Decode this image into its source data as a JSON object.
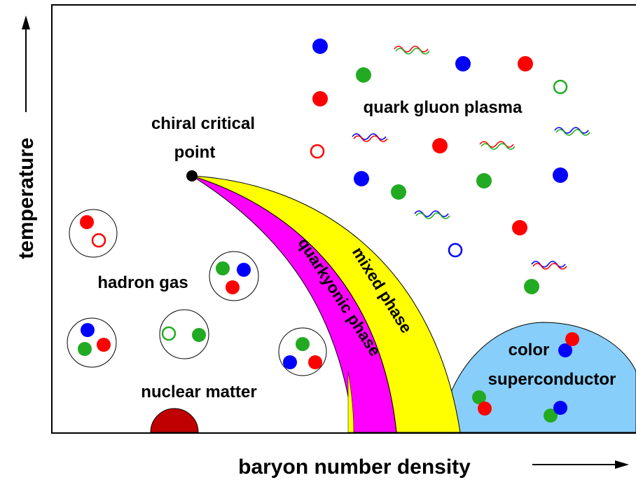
{
  "axes": {
    "y_label": "temperature",
    "x_label": "baryon number density"
  },
  "labels": {
    "chiral_critical_point_line1": "chiral critical",
    "chiral_critical_point_line2": "point",
    "quark_gluon_plasma": "quark gluon plasma",
    "hadron_gas": "hadron gas",
    "nuclear_matter": "nuclear matter",
    "quarkyonic_phase": "quarkyonic phase",
    "mixed_phase": "mixed phase",
    "color_superconductor_line1": "color",
    "color_superconductor_line2": "superconductor"
  },
  "colors": {
    "quarkyonic_band": "#ff00ff",
    "mixed_band": "#ffff00",
    "superconductor_region": "#87cefa",
    "nuclear_matter": "#c00000",
    "quark_red": "#ff0000",
    "quark_green": "#22aa22",
    "quark_blue": "#0000ff"
  }
}
